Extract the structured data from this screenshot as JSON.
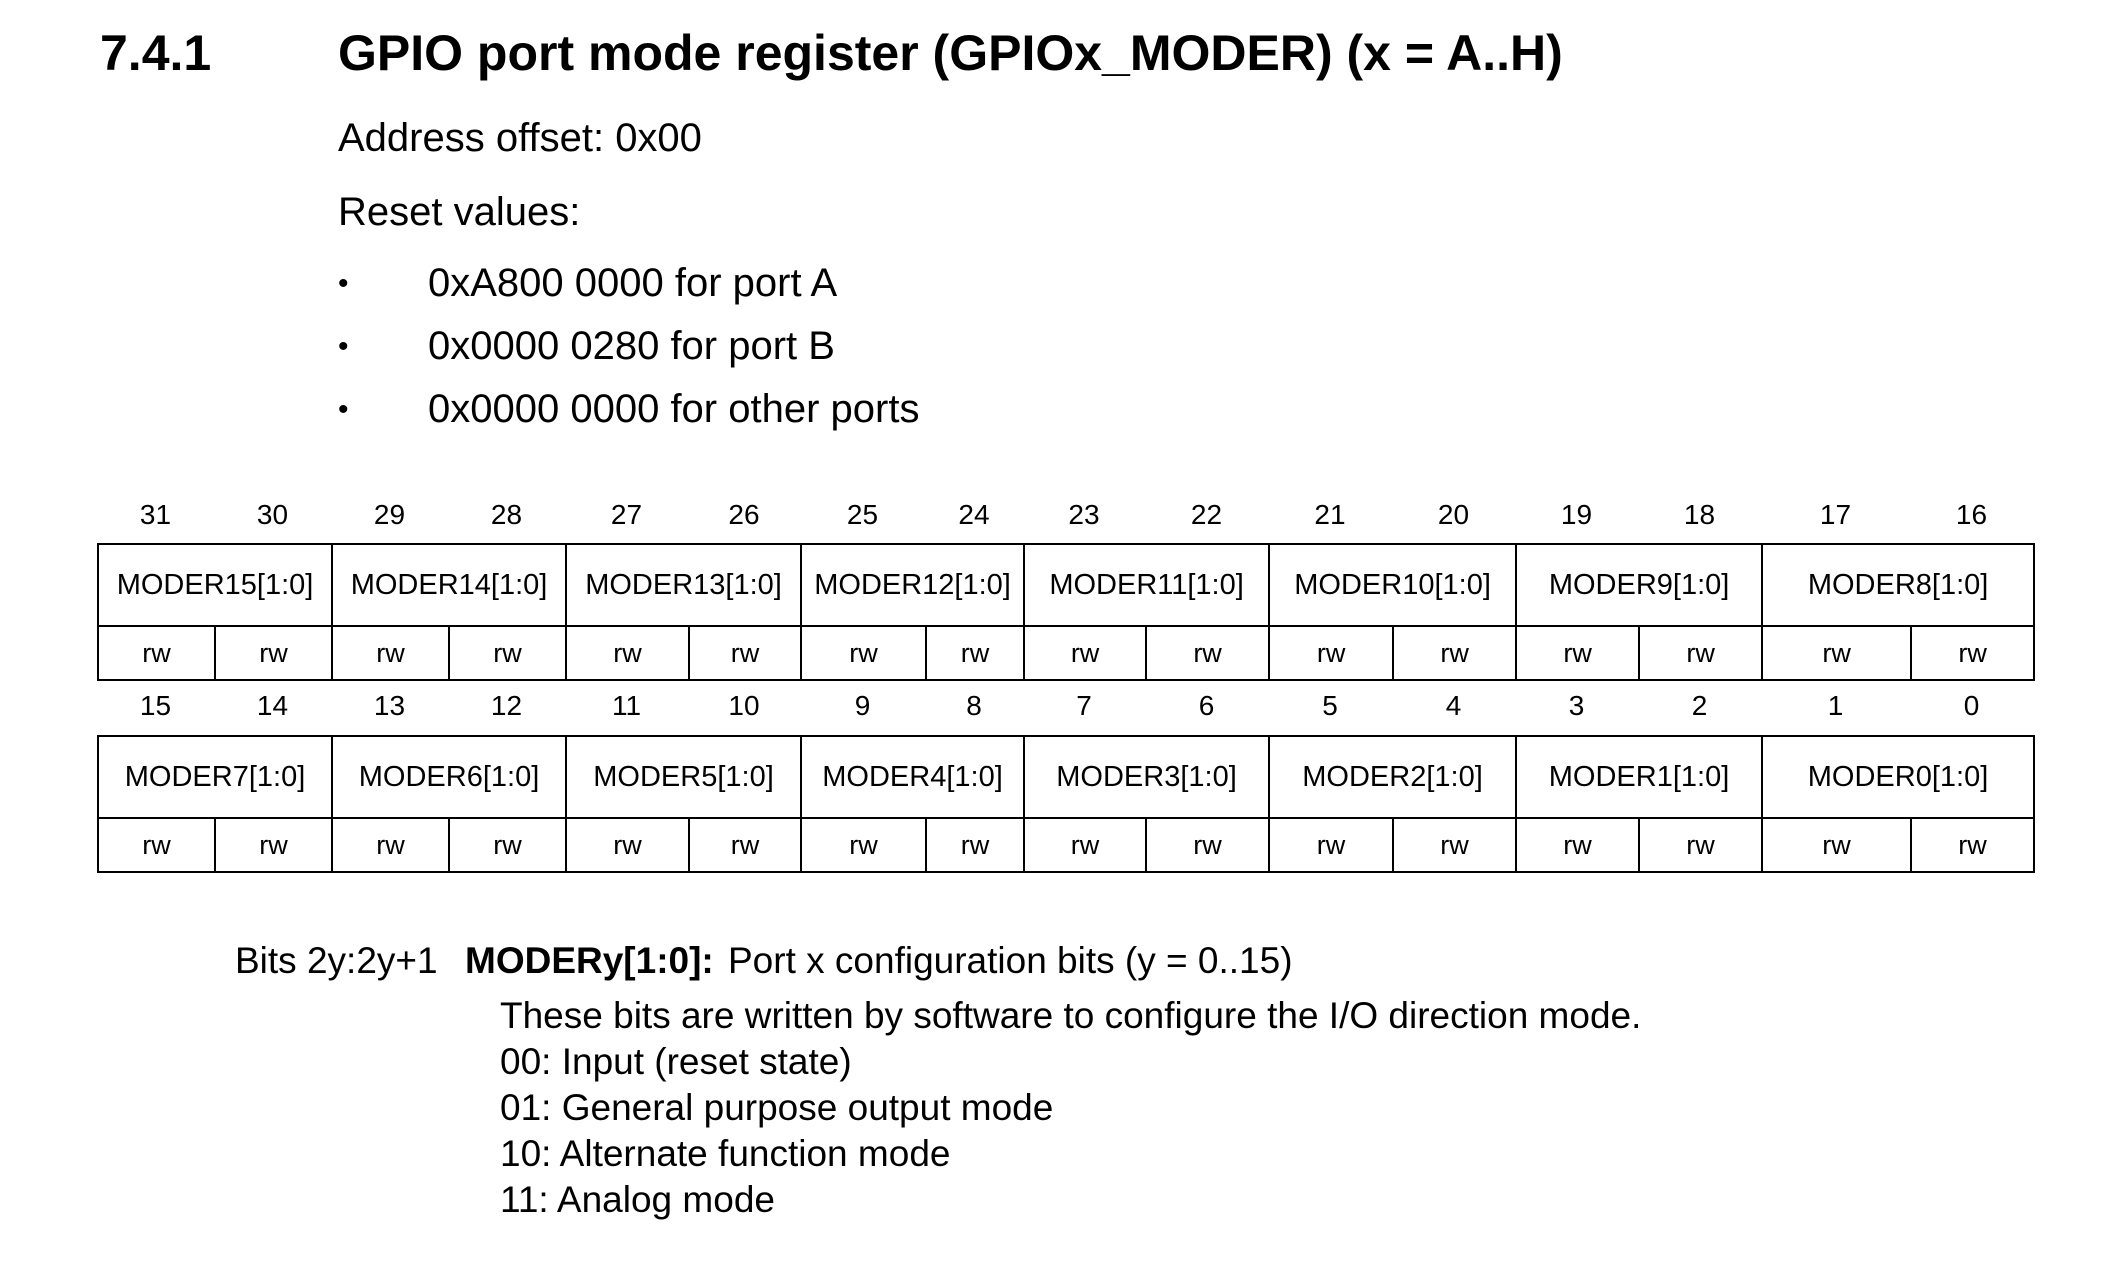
{
  "heading": {
    "number": "7.4.1",
    "title": "GPIO port mode register (GPIOx_MODER) (x = A..H)"
  },
  "address_offset": "Address offset: 0x00",
  "reset_values_label": "Reset values:",
  "reset_values": [
    "0xA800 0000 for port A",
    "0x0000 0280 for port B",
    "0x0000 0000 for other ports"
  ],
  "bullet_glyph": "•",
  "upper_half": {
    "bit_numbers": [
      "31",
      "30",
      "29",
      "28",
      "27",
      "26",
      "25",
      "24",
      "23",
      "22",
      "21",
      "20",
      "19",
      "18",
      "17",
      "16"
    ],
    "fields": [
      "MODER15[1:0]",
      "MODER14[1:0]",
      "MODER13[1:0]",
      "MODER12[1:0]",
      "MODER11[1:0]",
      "MODER10[1:0]",
      "MODER9[1:0]",
      "MODER8[1:0]"
    ],
    "access": [
      "rw",
      "rw",
      "rw",
      "rw",
      "rw",
      "rw",
      "rw",
      "rw",
      "rw",
      "rw",
      "rw",
      "rw",
      "rw",
      "rw",
      "rw",
      "rw"
    ]
  },
  "lower_half": {
    "bit_numbers": [
      "15",
      "14",
      "13",
      "12",
      "11",
      "10",
      "9",
      "8",
      "7",
      "6",
      "5",
      "4",
      "3",
      "2",
      "1",
      "0"
    ],
    "fields": [
      "MODER7[1:0]",
      "MODER6[1:0]",
      "MODER5[1:0]",
      "MODER4[1:0]",
      "MODER3[1:0]",
      "MODER2[1:0]",
      "MODER1[1:0]",
      "MODER0[1:0]"
    ],
    "access": [
      "rw",
      "rw",
      "rw",
      "rw",
      "rw",
      "rw",
      "rw",
      "rw",
      "rw",
      "rw",
      "rw",
      "rw",
      "rw",
      "rw",
      "rw",
      "rw"
    ]
  },
  "description": {
    "bits": "Bits 2y:2y+1",
    "field_name": "MODERy[1:0]:",
    "summary": "Port x configuration bits (y = 0..15)",
    "lines": [
      "These bits are written by software to configure the I/O direction mode.",
      "00: Input (reset state)",
      "01: General purpose output mode",
      "10: Alternate function mode",
      "11: Analog mode"
    ]
  }
}
